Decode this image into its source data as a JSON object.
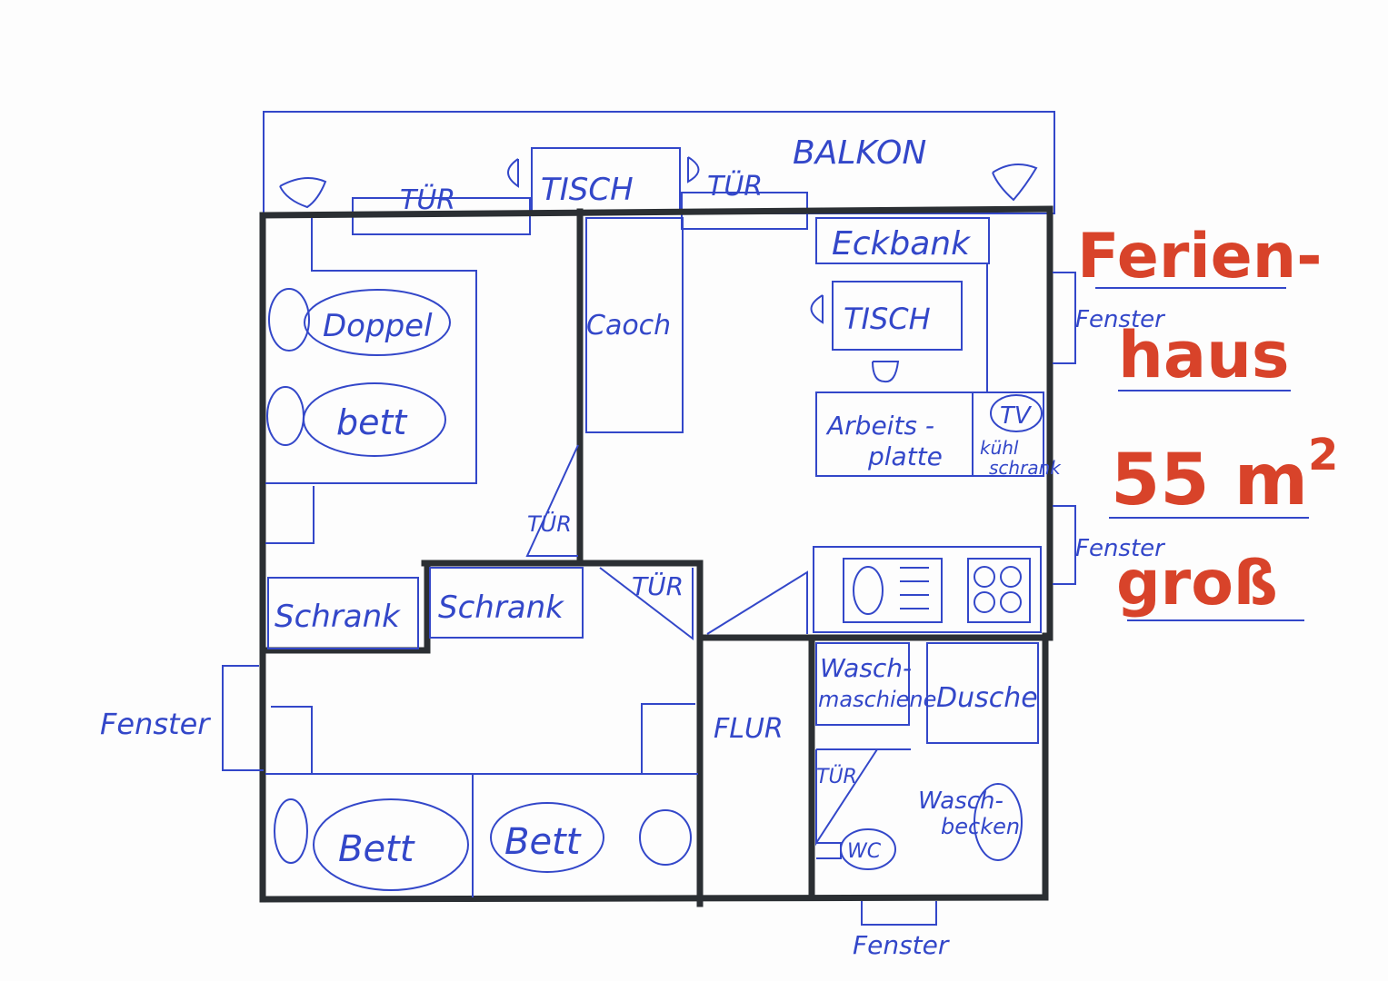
{
  "title": {
    "line1": "Ferien-",
    "line2": "haus",
    "area": "55 m",
    "area_sup": "2",
    "size": "groß"
  },
  "colors": {
    "ink": "#3347c9",
    "wall": "#2b2f33",
    "accent": "#d8432a"
  },
  "labels": {
    "balkon": "BALKON",
    "tuer_top_left": "TÜR",
    "tuer_top_right": "TÜR",
    "tisch_balkon": "TISCH",
    "eckbank": "Eckbank",
    "tisch_kitchen": "TISCH",
    "couch": "Caoch",
    "doppel": "Doppel",
    "bett_double": "bett",
    "arbeitsplatte_1": "Arbeits -",
    "arbeitsplatte_2": "platte",
    "tv": "TV",
    "kuehlschrank_1": "kühl",
    "kuehlschrank_2": "schrank",
    "fenster_right_top": "Fenster",
    "fenster_right_mid": "Fenster",
    "fenster_left": "Fenster",
    "fenster_bottom": "Fenster",
    "tuer_bedroom": "TÜR",
    "tuer_hall": "TÜR",
    "tuer_bath": "TÜR",
    "schrank_left": "Schrank",
    "schrank_right": "Schrank",
    "flur": "FLUR",
    "waschmaschine_1": "Wasch-",
    "waschmaschine_2": "maschiene",
    "dusche": "Dusche",
    "waschbecken_1": "Wasch-",
    "waschbecken_2": "becken",
    "wc": "WC",
    "bett_1": "Bett",
    "bett_2": "Bett"
  }
}
